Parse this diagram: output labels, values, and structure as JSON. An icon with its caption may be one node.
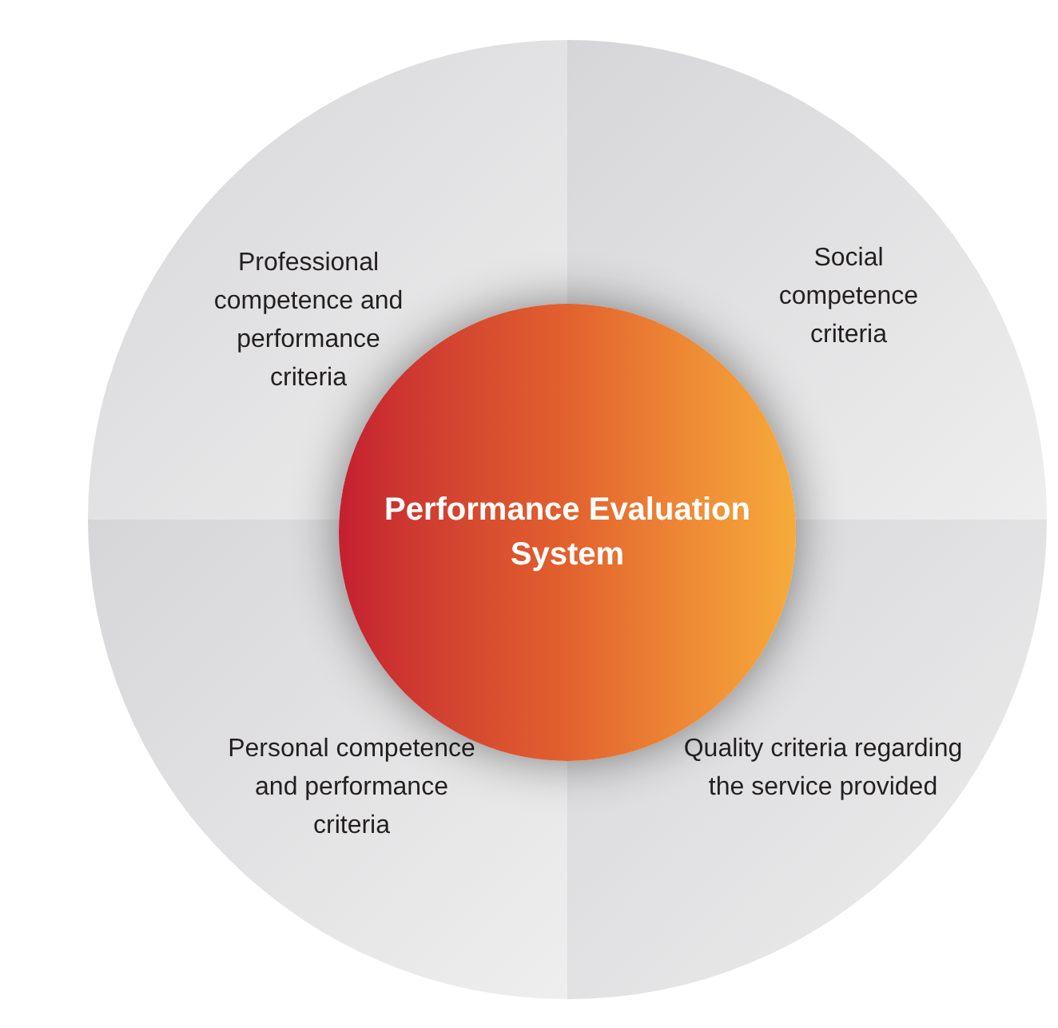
{
  "diagram": {
    "nodes": [
      {
        "text": [
          "Professional competence and performance criteria"
        ]
      },
      {
        "text": [
          "Social competence criteria"
        ]
      },
      {
        "text": [
          "Personal competence and performance criteria"
        ]
      },
      {
        "text": [
          "Quality criteria regarding the service provided"
        ]
      },
      {
        "text": [
          "Performance Evaluation System"
        ]
      }
    ]
  }
}
